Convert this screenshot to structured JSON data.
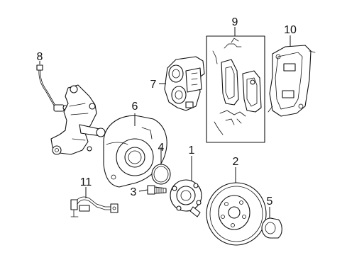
{
  "callouts": {
    "n1": "1",
    "n2": "2",
    "n3": "3",
    "n4": "4",
    "n5": "5",
    "n6": "6",
    "n7": "7",
    "n8": "8",
    "n9": "9",
    "n10": "10",
    "n11": "11"
  },
  "colors": {
    "line": "#111111",
    "background": "#ffffff"
  }
}
